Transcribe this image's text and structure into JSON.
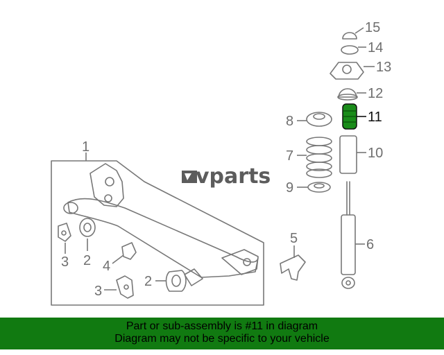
{
  "watermark": "vparts",
  "callouts": {
    "c1": "1",
    "c2a": "2",
    "c2b": "2",
    "c3a": "3",
    "c3b": "3",
    "c4": "4",
    "c5": "5",
    "c6": "6",
    "c7": "7",
    "c8": "8",
    "c9": "9",
    "c10": "10",
    "c11": "11",
    "c12": "12",
    "c13": "13",
    "c14": "14",
    "c15": "15"
  },
  "highlighted_part": "11",
  "banner": {
    "line1": "Part or sub-assembly is #11 in diagram",
    "line2": "Diagram may not be specific to your vehicle",
    "color": "#117a11"
  },
  "colors": {
    "highlight": "#1a8c1a",
    "line": "#777777"
  }
}
